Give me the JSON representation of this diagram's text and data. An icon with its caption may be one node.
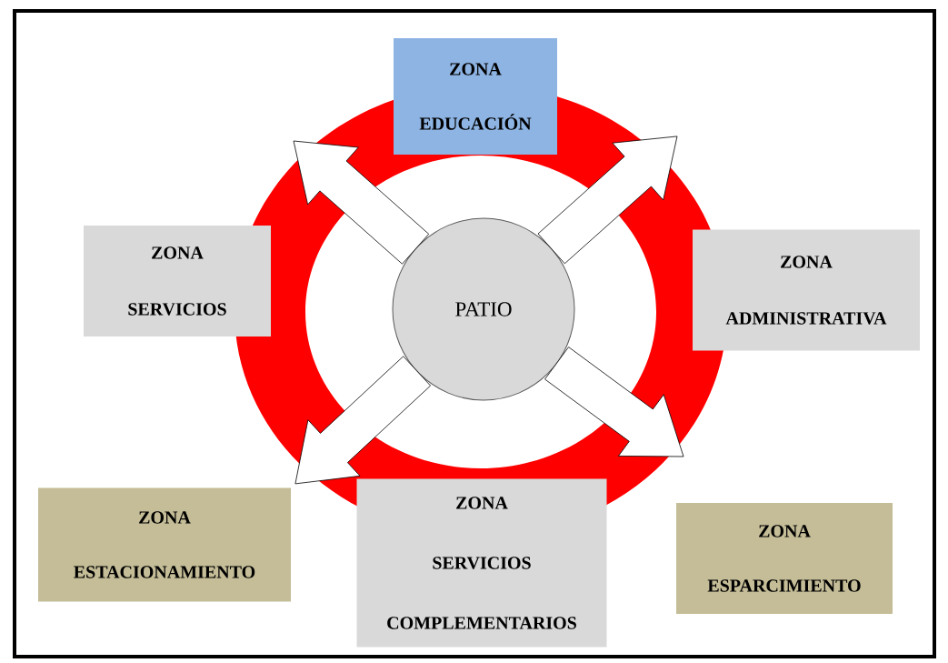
{
  "diagram": {
    "nodes": [
      {
        "text": [
          "ZONA EDUCACIÓN"
        ]
      },
      {
        "text": [
          "ZONA SERVICIOS"
        ]
      },
      {
        "text": [
          "PATIO"
        ]
      },
      {
        "text": [
          "ZONA ADMINISTRATIVA"
        ]
      },
      {
        "text": [
          "ZONA ESTACIONAMIENTO"
        ]
      },
      {
        "text": [
          "ZONA SERVICIOS COMPLEMENTARIOS"
        ]
      },
      {
        "text": [
          "ZONA ESPARCIMIENTO"
        ]
      }
    ],
    "edges": [
      {
        "from": 2,
        "to": null,
        "arrow": "to"
      },
      {
        "from": 2,
        "to": null,
        "arrow": "to"
      },
      {
        "from": 2,
        "to": null,
        "arrow": "to"
      },
      {
        "from": 2,
        "to": null,
        "arrow": "to"
      }
    ]
  }
}
